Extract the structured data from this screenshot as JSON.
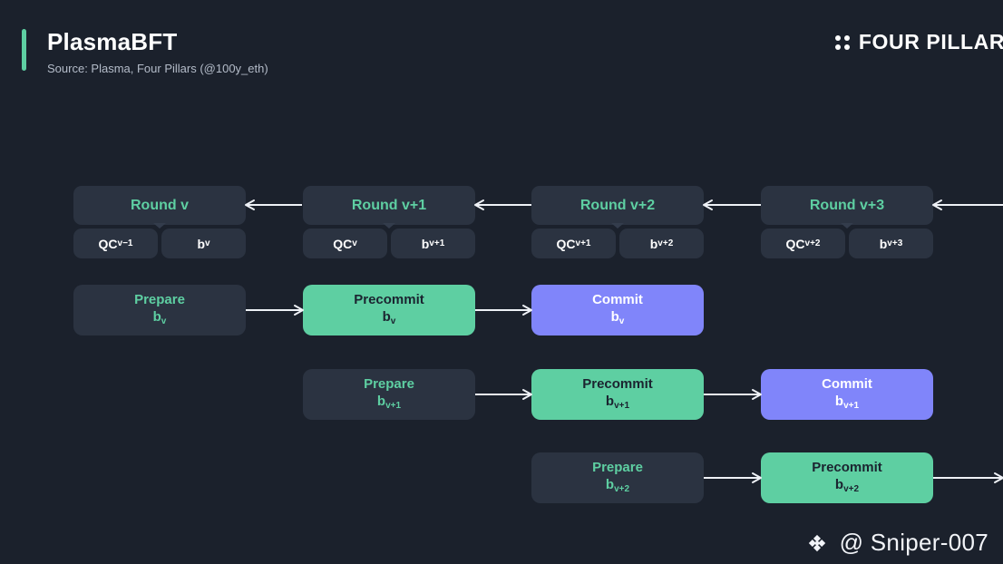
{
  "header": {
    "title": "PlasmaBFT",
    "subtitle": "Source: Plasma, Four Pillars (@100y_eth)",
    "brand": "FOUR PILLARS",
    "accent_color": "#5ecfa2"
  },
  "colors": {
    "background": "#1b212c",
    "panel": "#2b3341",
    "green": "#5ecfa2",
    "purple": "#8085fa",
    "text": "#ffffff",
    "muted": "#b4bcc9"
  },
  "rounds": [
    {
      "label": "Round v",
      "qc": "QC",
      "qc_sub": "v−1",
      "block": "b",
      "block_sub": "v"
    },
    {
      "label": "Round v+1",
      "qc": "QC",
      "qc_sub": "v",
      "block": "b",
      "block_sub": "v+1"
    },
    {
      "label": "Round v+2",
      "qc": "QC",
      "qc_sub": "v+1",
      "block": "b",
      "block_sub": "v+2"
    },
    {
      "label": "Round v+3",
      "qc": "QC",
      "qc_sub": "v+2",
      "block": "b",
      "block_sub": "v+3"
    }
  ],
  "phase_rows": [
    {
      "block_sub": "v",
      "steps": [
        {
          "label": "Prepare",
          "block": "b",
          "sub": "v",
          "kind": "prepare"
        },
        {
          "label": "Precommit",
          "block": "b",
          "sub": "v",
          "kind": "precommit"
        },
        {
          "label": "Commit",
          "block": "b",
          "sub": "v",
          "kind": "commit"
        }
      ]
    },
    {
      "block_sub": "v+1",
      "steps": [
        {
          "label": "Prepare",
          "block": "b",
          "sub": "v+1",
          "kind": "prepare"
        },
        {
          "label": "Precommit",
          "block": "b",
          "sub": "v+1",
          "kind": "precommit"
        },
        {
          "label": "Commit",
          "block": "b",
          "sub": "v+1",
          "kind": "commit"
        }
      ]
    },
    {
      "block_sub": "v+2",
      "steps": [
        {
          "label": "Prepare",
          "block": "b",
          "sub": "v+2",
          "kind": "prepare"
        },
        {
          "label": "Precommit",
          "block": "b",
          "sub": "v+2",
          "kind": "precommit"
        }
      ]
    }
  ],
  "watermark": {
    "handle": "@ Sniper-007",
    "logo_icon": "diamond-logo-icon"
  }
}
